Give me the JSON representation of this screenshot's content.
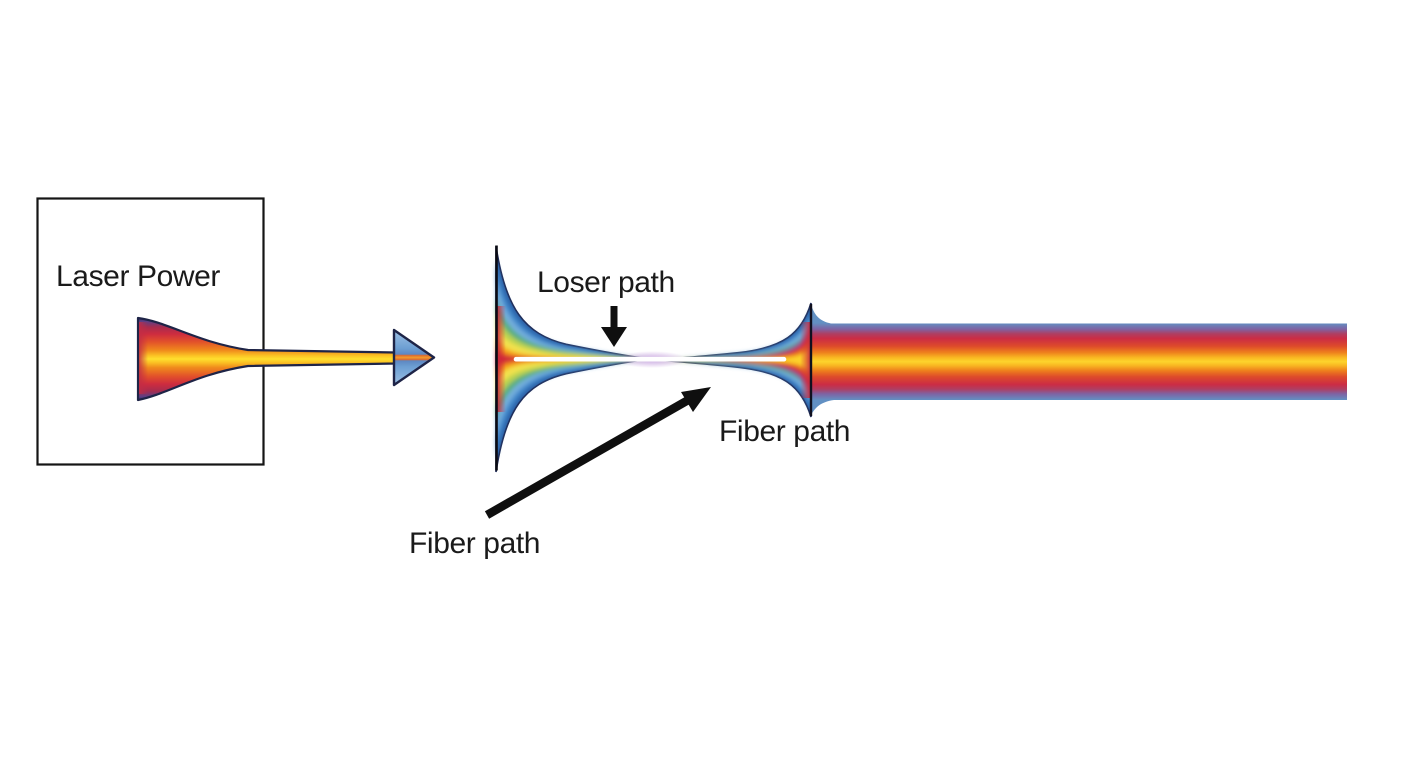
{
  "diagram": {
    "laser_box": {
      "label": "Laser Power"
    },
    "annotations": {
      "loser_path": {
        "label": "Loser path"
      },
      "fiber_path_upper": {
        "label": "Fiber path"
      },
      "fiber_path_lower": {
        "label": "Fiber path"
      }
    },
    "icons": {
      "beam_arrow": "right-arrow",
      "loser_pointer": "down-arrow",
      "fiber_pointer": "up-right-arrow"
    },
    "palette": {
      "edge": "#1e2a56",
      "navy": "#2a5ea4",
      "blue": "#4187ca",
      "sky": "#74afdd",
      "green": "#57ad7e",
      "yellow_green": "#b8d24f",
      "yellow": "#f2e24e",
      "amber": "#f6b01f",
      "orange": "#ec731c",
      "red": "#d02638",
      "purple": "#7e5a9e",
      "core_yellow": "#fdd22b",
      "arrowhead_blue": "#7fa9d8",
      "center_line": "#ffffff",
      "annotation_black": "#0f0f0f",
      "background": "#ffffff"
    }
  }
}
